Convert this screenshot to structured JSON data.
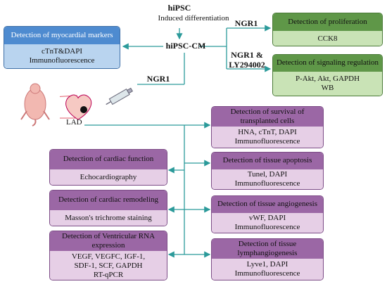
{
  "top": {
    "hipsc": "hiPSC",
    "induced": "Induced differentiation",
    "hipsc_cm": "hiPSC-CM",
    "ngr1_top": "NGR1",
    "ngr1_ly_line1": "NGR1 &",
    "ngr1_ly_line2": "LY294002",
    "ngr1_left": "NGR1",
    "lad": "LAD"
  },
  "myocardial": {
    "title": "Detection of myocardial markers",
    "lines": [
      "cTnT&DAPI",
      "Immunofluorescence"
    ]
  },
  "proliferation": {
    "title": "Detection of proliferation",
    "lines": [
      "CCK8"
    ]
  },
  "signaling": {
    "title": "Detection of signaling regulation",
    "lines": [
      "P-Akt, Akt, GAPDH",
      "WB"
    ]
  },
  "left_boxes": [
    {
      "title_lines": [
        "Detection of cardiac function"
      ],
      "lines": [
        "Echocardiography"
      ]
    },
    {
      "title_lines": [
        "Detection of cardiac remodeling"
      ],
      "lines": [
        "Masson's trichrome staining"
      ]
    },
    {
      "title_lines": [
        "Detection of Ventricular RNA",
        "expression"
      ],
      "lines": [
        "VEGF, VEGFC, IGF-1,",
        "SDF-1, SCF, GAPDH",
        "RT-qPCR"
      ]
    }
  ],
  "right_boxes": [
    {
      "title_lines": [
        "Detection of survival of",
        "transplanted cells"
      ],
      "lines": [
        "HNA, cTnT, DAPI",
        "Immunofluorescence"
      ]
    },
    {
      "title_lines": [
        "Detection of tissue apoptosis"
      ],
      "lines": [
        "Tunel, DAPI",
        "Immunofluorescence"
      ]
    },
    {
      "title_lines": [
        "Detection of tissue angiogenesis"
      ],
      "lines": [
        "vWF, DAPI",
        "Immunofluorescence"
      ]
    },
    {
      "title_lines": [
        "Detection of tissue",
        "lymphangiogenesis"
      ],
      "lines": [
        "Lyve1, DAPI",
        "Immunofluorescence"
      ]
    }
  ],
  "colors": {
    "arrow": "#2b9a9a",
    "blue": "#4e8bd0",
    "green": "#5f9748",
    "purple": "#9b67a5"
  },
  "icons": [
    "rat-icon",
    "heart-icon",
    "syringe-icon"
  ]
}
